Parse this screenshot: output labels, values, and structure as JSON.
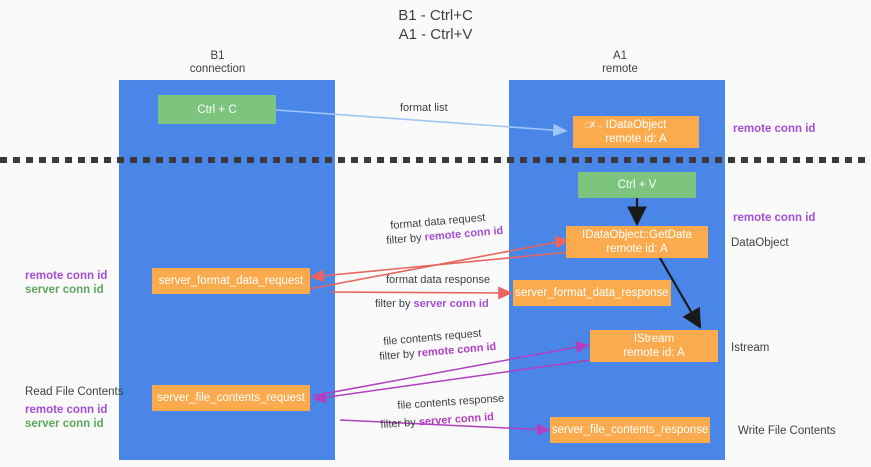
{
  "title": "B1 - Ctrl+C\nA1 - Ctrl+V",
  "lanes": [
    {
      "id": "b1",
      "name": "B1",
      "sub": "connection",
      "header": "B1\nconnection"
    },
    {
      "id": "a1",
      "name": "A1",
      "sub": "remote",
      "header": "A1\nremote"
    }
  ],
  "boxes": {
    "ctrl_c": {
      "line1": "Ctrl + C",
      "color": "#7dc47f"
    },
    "ctrl_v": {
      "line1": "Ctrl + V",
      "color": "#7dc47f"
    },
    "idataobject_remote": {
      "line1": "IDataObject",
      "line2": "remote id: A",
      "color": "#fbab4e"
    },
    "idataobject_getdata": {
      "line1": "IDataObject::GetData",
      "line2": "remote id: A",
      "color": "#fbab4e"
    },
    "istream_remote": {
      "line1": "IStream",
      "line2": "remote id: A",
      "color": "#fbab4e"
    },
    "server_format_data_request": {
      "line1": "server_format_data_request",
      "color": "#fbab4e"
    },
    "server_format_data_response": {
      "line1": "server_format_data_response",
      "color": "#fbab4e"
    },
    "server_file_contents_request": {
      "line1": "server_file_contents_request",
      "color": "#fbab4e"
    },
    "server_file_contents_response": {
      "line1": "server_file_contents_response",
      "color": "#fbab4e"
    }
  },
  "edge_labels": {
    "format_list": "format list",
    "format_data_request": "format data request",
    "format_data_request_filter_prefix": "filter by ",
    "format_data_request_filter_key": "remote conn id",
    "format_data_response": "format data response",
    "format_data_response_filter_prefix": "filter by ",
    "format_data_response_filter_key": "server conn id",
    "file_contents_request": "file contents request",
    "file_contents_request_filter_prefix": "filter by ",
    "file_contents_request_filter_key": "remote conn id",
    "file_contents_response": "file contents response",
    "file_contents_response_filter_prefix": "filter by ",
    "file_contents_response_filter_key": "server conn id"
  },
  "right_labels": {
    "remote_conn_id_top": "remote conn id",
    "remote_conn_id_mid": "remote conn id",
    "dataobject": "DataObject",
    "istream": "Istream",
    "write_file_contents": "Write File Contents"
  },
  "left_labels": {
    "remote_conn_id": "remote conn id",
    "server_conn_id": "server conn id",
    "read_file_contents": "Read File Contents",
    "remote_conn_id_2": "remote conn id",
    "server_conn_id_2": "server conn id"
  },
  "colors": {
    "lane": "#4a86e8",
    "green_box": "#7dc47f",
    "orange_box": "#fbab4e",
    "purple": "#a64dd6",
    "green_text": "#5aa85c",
    "magenta": "#b23ec0",
    "red_arrow": "#e8645f",
    "blue_arrow": "#9fc5f8",
    "black_arrow": "#1a1a1a",
    "background": "#fafafa",
    "divider": "#3a3a3a"
  }
}
